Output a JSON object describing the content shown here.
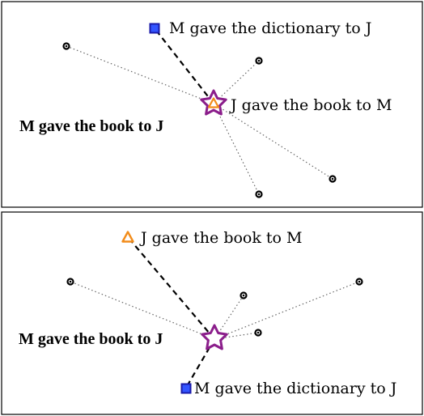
{
  "panels": [
    {
      "id": "top",
      "anchor_label": "M gave the book to J",
      "triangle_label": "J gave the book to M",
      "square_label": "M gave the dictionary to J"
    },
    {
      "id": "bottom",
      "anchor_label": "M gave the book to J",
      "triangle_label": "J gave the book to M",
      "square_label": "M gave the dictionary to J"
    }
  ],
  "colors": {
    "star": "#8B1E8B",
    "triangle": "#F28C1A",
    "square_fill": "#3355FF",
    "square_stroke": "#1A1AAA"
  }
}
